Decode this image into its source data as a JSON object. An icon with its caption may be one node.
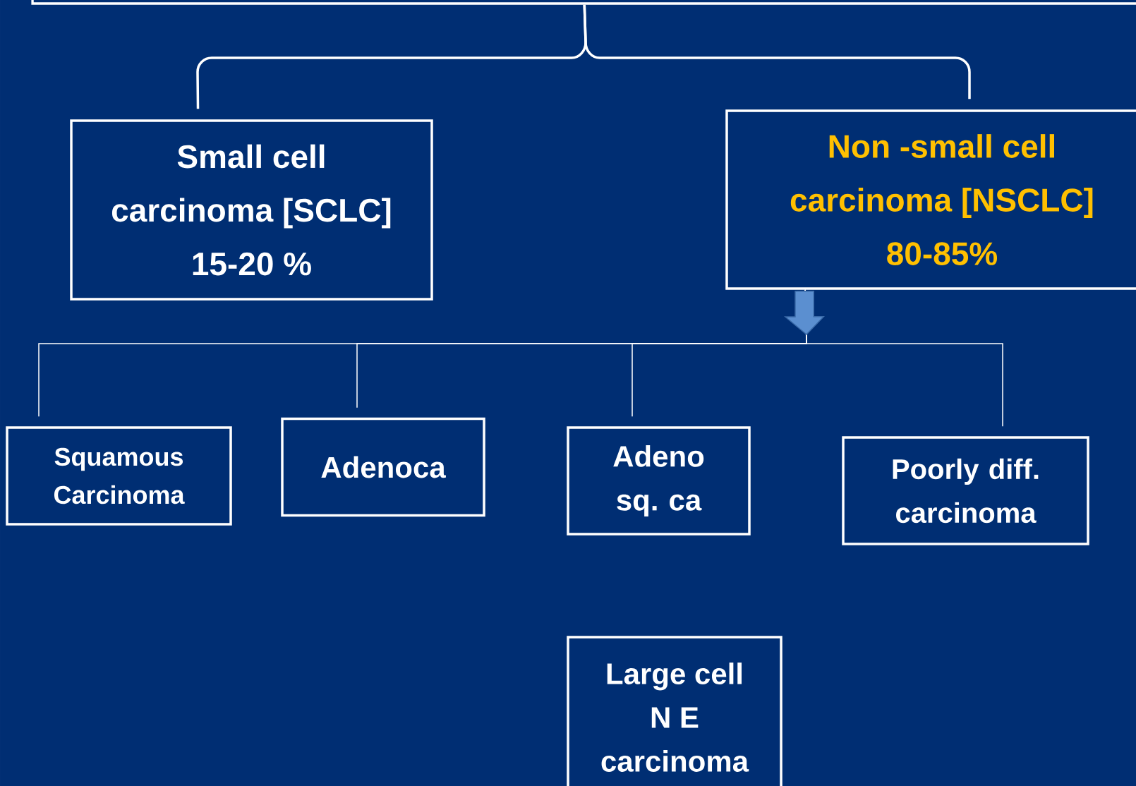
{
  "diagram": {
    "nodes": [
      {
        "text": [],
        "shape": "box"
      },
      {
        "text": [
          "Small cell carcinoma [SCLC] 15-20 %"
        ]
      },
      {
        "text": [
          "Non -small cell carcinoma [NSCLC] 80-85%"
        ]
      },
      {
        "text": [
          "Squamous Carcinoma"
        ]
      },
      {
        "text": [
          "Adenoca"
        ]
      },
      {
        "text": [
          "Adeno sq. ca"
        ]
      },
      {
        "text": [
          "Poorly diff. carcinoma"
        ]
      },
      {
        "text": [
          "Large cell N E carcinoma"
        ]
      }
    ],
    "edges": [
      {
        "from": 0,
        "to": 1,
        "arrow": "none"
      },
      {
        "from": 0,
        "to": 2,
        "arrow": "none"
      },
      {
        "from": 2,
        "to": 3,
        "arrow": "none"
      },
      {
        "from": 2,
        "to": 4,
        "arrow": "none"
      },
      {
        "from": 2,
        "to": 5,
        "arrow": "none"
      },
      {
        "from": 2,
        "to": 6,
        "arrow": "none"
      }
    ]
  }
}
